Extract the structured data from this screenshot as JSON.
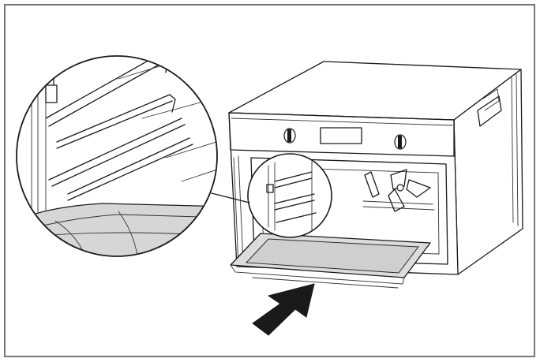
{
  "figure": {
    "description_type": "installation-diagram",
    "colors": {
      "line": "#1a1a1a",
      "tray_fill": "#dcdcdc",
      "arrow": "#1a1a1a",
      "frame": "#555555"
    },
    "icons": [
      "oven",
      "baking-tray",
      "shelf-rail",
      "magnifier-callout",
      "insert-arrow"
    ]
  }
}
